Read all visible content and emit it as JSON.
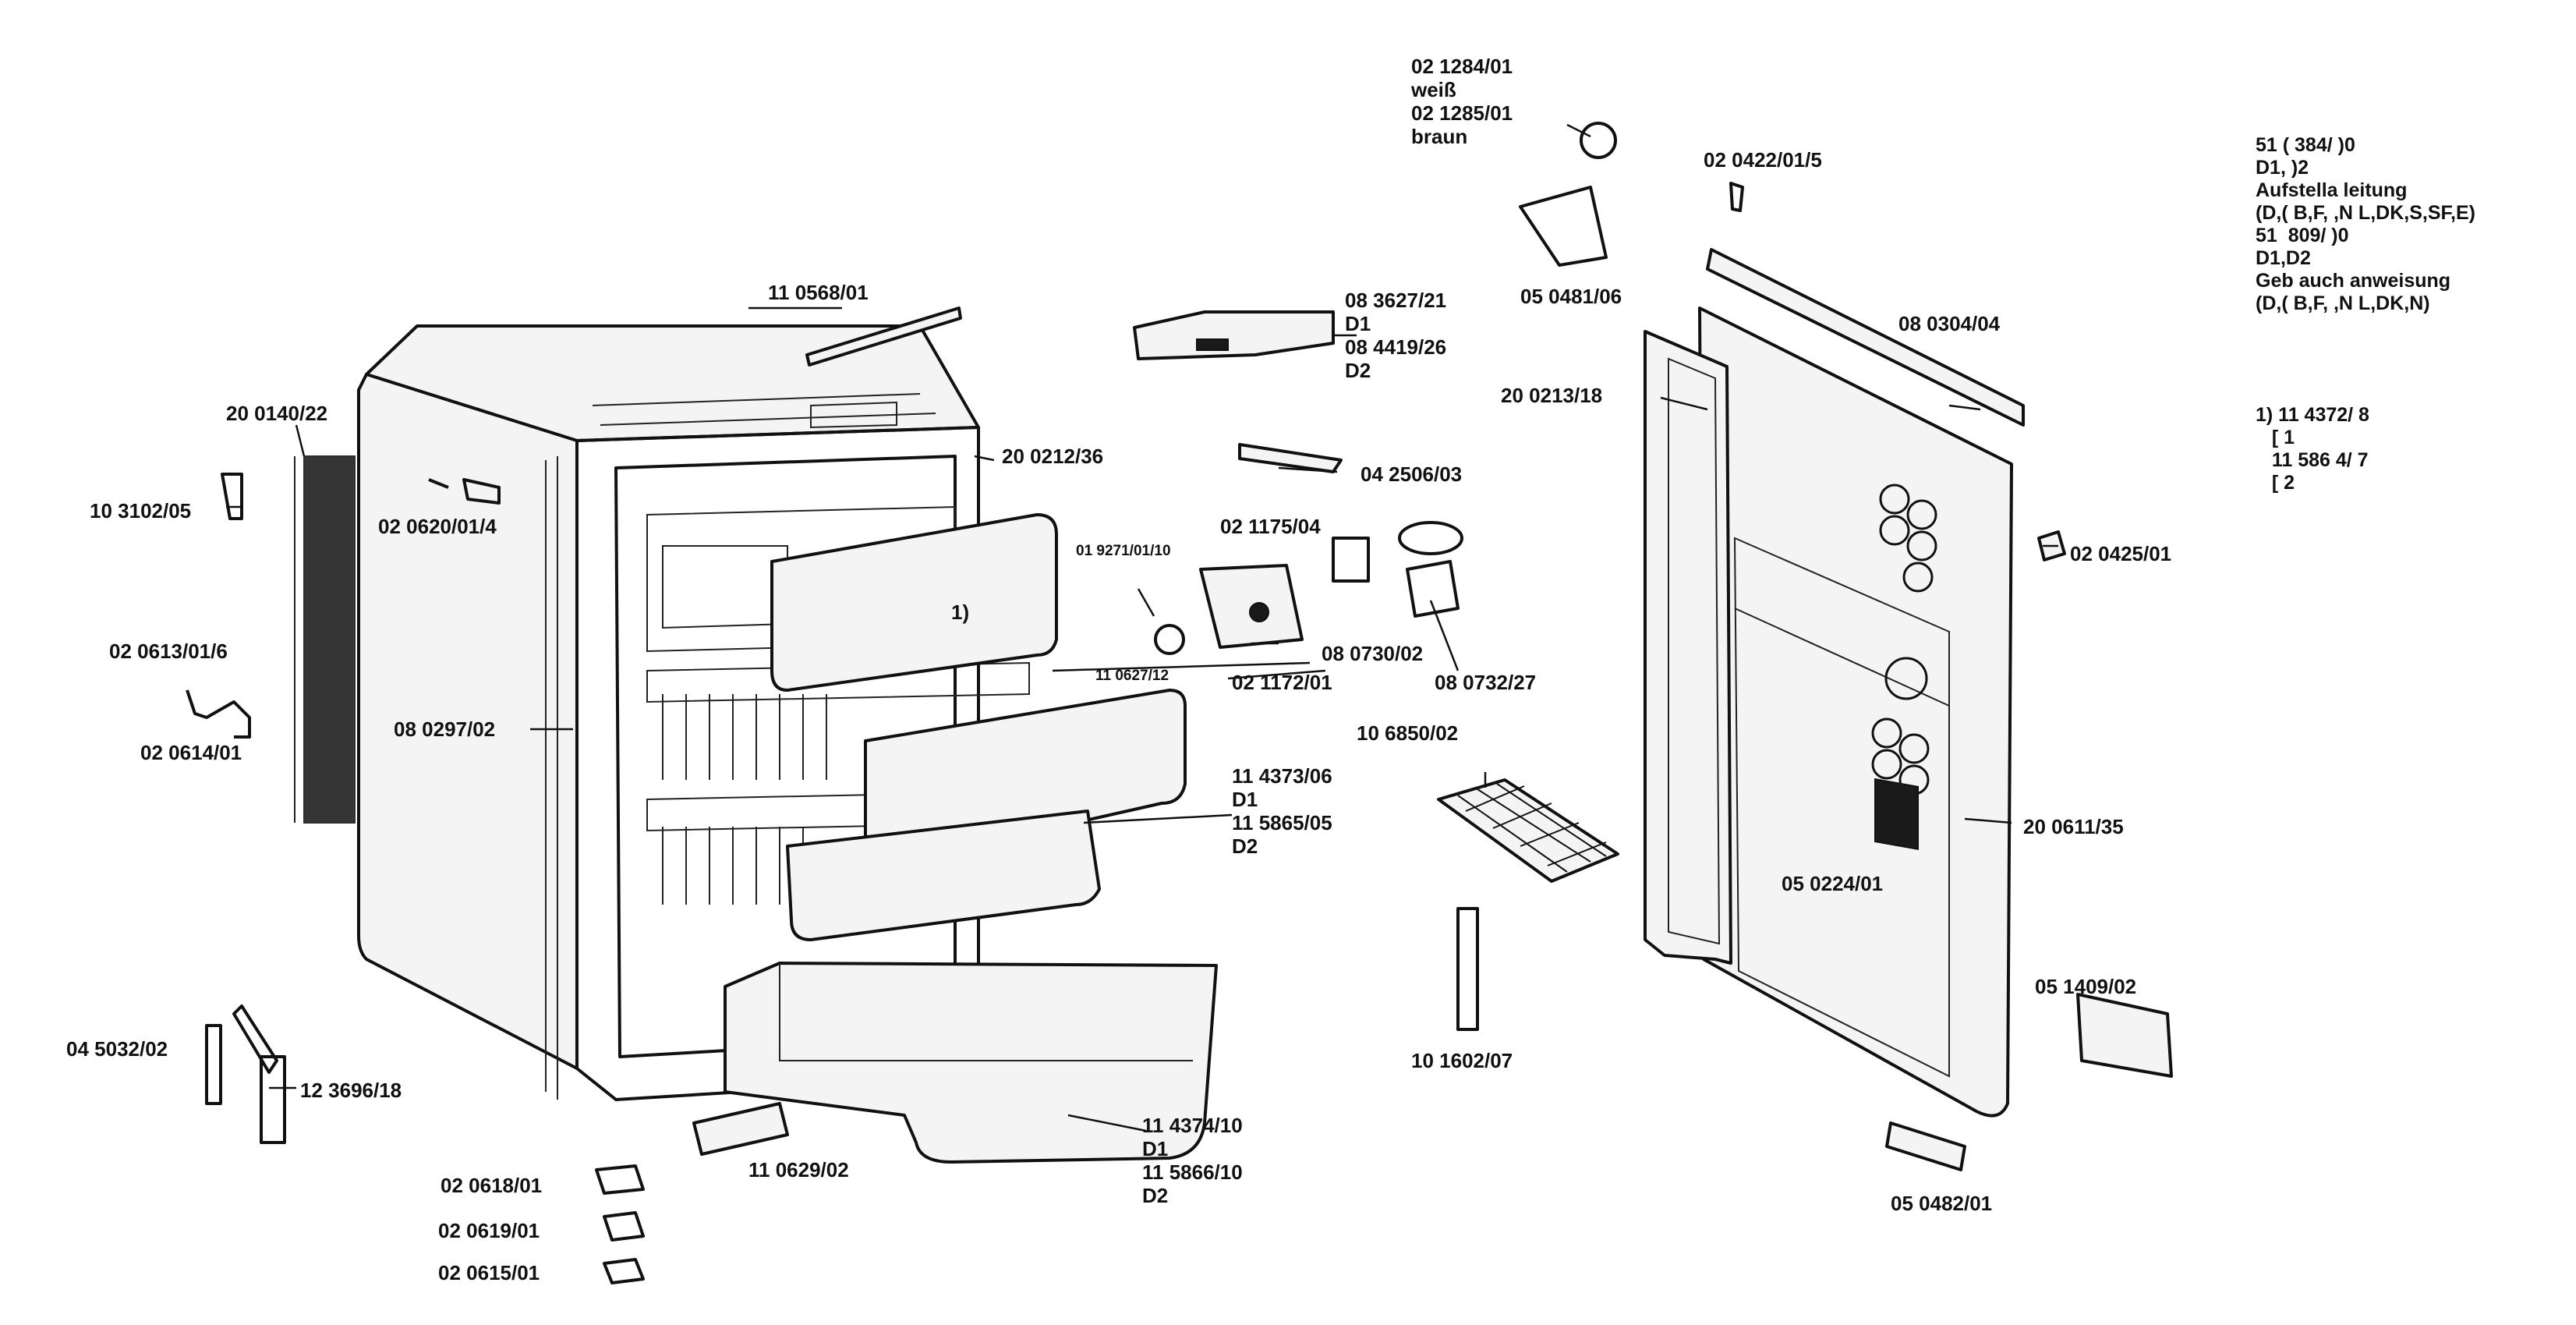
{
  "labels": [
    {
      "id": "l_021284",
      "text": "02 1284/01\nweiß\n02 1285/01\nbraun"
    },
    {
      "id": "l_020422",
      "text": "02 0422/01/5"
    },
    {
      "id": "l_050481",
      "text": "05 0481/06"
    },
    {
      "id": "l_083627",
      "text": "08 3627/21\nD1\n08 4419/26\nD2"
    },
    {
      "id": "l_110568",
      "text": "11 0568/01"
    },
    {
      "id": "l_200140",
      "text": "20 0140/22"
    },
    {
      "id": "l_103102",
      "text": "10 3102/05"
    },
    {
      "id": "l_020620",
      "text": "02 0620/01/4"
    },
    {
      "id": "l_200212",
      "text": "20 0212/36"
    },
    {
      "id": "l_042506",
      "text": "04 2506/03"
    },
    {
      "id": "l_021175",
      "text": "02 1175/04"
    },
    {
      "id": "l_019271",
      "text": "01 9271/01/10"
    },
    {
      "id": "l_footnote_mark",
      "text": "1)"
    },
    {
      "id": "l_080730",
      "text": "08 0730/02"
    },
    {
      "id": "l_080732",
      "text": "08 0732/27"
    },
    {
      "id": "l_110627",
      "text": "11 0627/12"
    },
    {
      "id": "l_021172",
      "text": "02 1172/01"
    },
    {
      "id": "l_020613",
      "text": "02 0613/01/6"
    },
    {
      "id": "l_020614",
      "text": "02 0614/01"
    },
    {
      "id": "l_080297",
      "text": "08 0297/02"
    },
    {
      "id": "l_106850",
      "text": "10 6850/02"
    },
    {
      "id": "l_114373",
      "text": "11 4373/06\nD1\n11 5865/05\nD2"
    },
    {
      "id": "l_083304",
      "text": "08 0304/04"
    },
    {
      "id": "l_200213",
      "text": "20 0213/18"
    },
    {
      "id": "l_020425",
      "text": "02 0425/01"
    },
    {
      "id": "l_200611",
      "text": "20 0611/35"
    },
    {
      "id": "l_050224",
      "text": "05 0224/01"
    },
    {
      "id": "l_045032",
      "text": "04 5032/02"
    },
    {
      "id": "l_123696",
      "text": "12 3696/18"
    },
    {
      "id": "l_101602",
      "text": "10 1602/07"
    },
    {
      "id": "l_051409",
      "text": "05 1409/02"
    },
    {
      "id": "l_110629",
      "text": "11 0629/02"
    },
    {
      "id": "l_114374",
      "text": "11 4374/10\nD1\n11 5866/10\nD2"
    },
    {
      "id": "l_020618",
      "text": "02 0618/01"
    },
    {
      "id": "l_020619",
      "text": "02 0619/01"
    },
    {
      "id": "l_020615",
      "text": "02 0615/01"
    },
    {
      "id": "l_050482",
      "text": "05 0482/01"
    }
  ],
  "legend": {
    "block1": "51 ( 384/ )0\nD1, )2\nAufstella leitung\n(D,( B,F, ,N L,DK,S,SF,E)\n51  809/ )0\nD1,D2\nGeb auch anweisung\n(D,( B,F, ,N L,DK,N)",
    "block2": "1) 11 4372/ 8\n   [ 1\n   11 586 4/ 7\n   [ 2"
  }
}
